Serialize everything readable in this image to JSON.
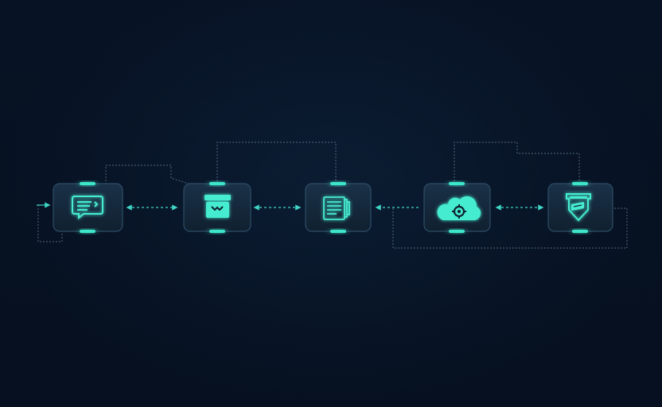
{
  "colors": {
    "background": "#06101f",
    "accent": "#3ee6c8",
    "accent_glow": "#22d3b6",
    "node_fill": "#13263a",
    "node_border": "#2b4a63",
    "connector": "#3fb8b0"
  },
  "nodes": [
    {
      "id": "chat",
      "icon": "chat-bubble-icon"
    },
    {
      "id": "box",
      "icon": "archive-box-icon"
    },
    {
      "id": "documents",
      "icon": "document-stack-icon"
    },
    {
      "id": "cloud",
      "icon": "cloud-gear-icon"
    },
    {
      "id": "shield",
      "icon": "shield-card-icon"
    }
  ],
  "links": [
    {
      "from": "chat",
      "to": "box",
      "style": "bidirectional-dotted"
    },
    {
      "from": "box",
      "to": "documents",
      "style": "bidirectional-dotted"
    },
    {
      "from": "cloud",
      "to": "documents",
      "style": "dotted-arrow"
    },
    {
      "from": "cloud",
      "to": "shield",
      "style": "bidirectional-dotted"
    }
  ]
}
